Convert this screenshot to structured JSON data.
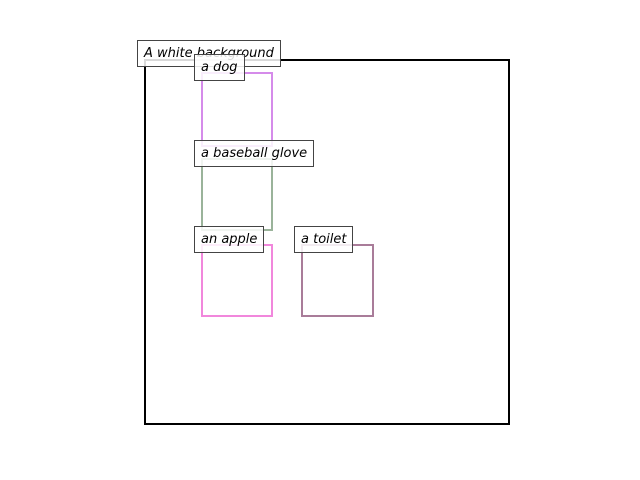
{
  "background": {
    "label": "A white background",
    "border_color": "#000000"
  },
  "objects": [
    {
      "key": "dog",
      "label": "a dog",
      "color": "#d07ee8"
    },
    {
      "key": "glove",
      "label": "a baseball glove",
      "color": "#8fab8f"
    },
    {
      "key": "apple",
      "label": "an apple",
      "color": "#f07ad8"
    },
    {
      "key": "toilet",
      "label": "a toilet",
      "color": "#a06e8e"
    }
  ]
}
